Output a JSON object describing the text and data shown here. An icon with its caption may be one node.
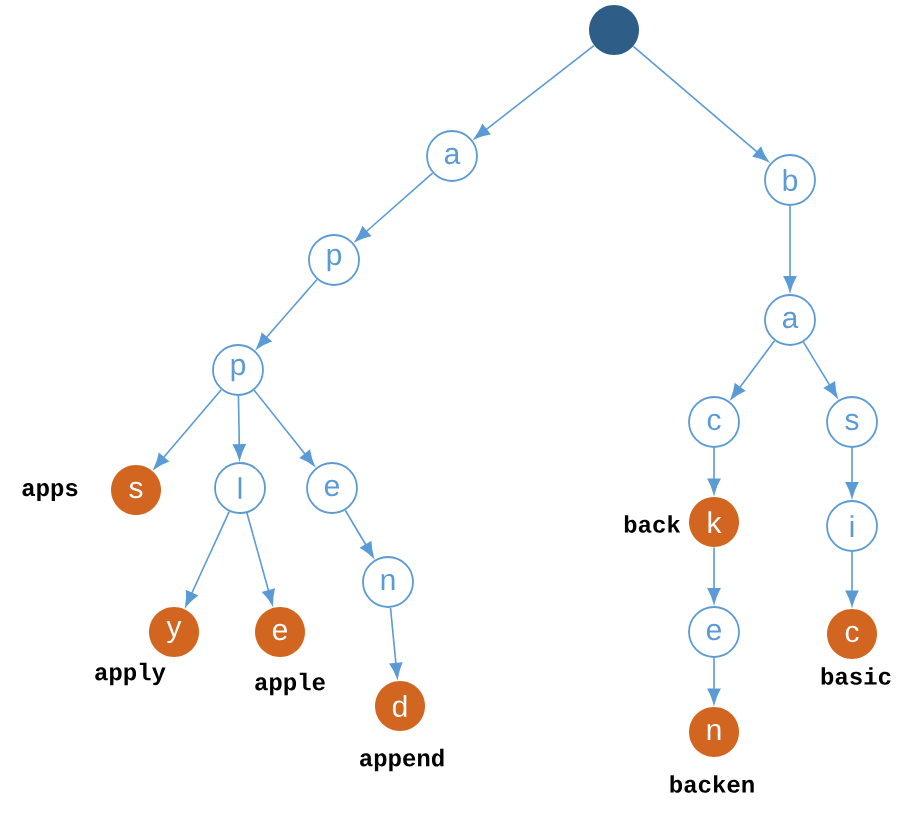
{
  "diagram": {
    "nodes": [
      {
        "text": [],
        "shape": "circle"
      },
      {
        "text": [
          "a"
        ]
      },
      {
        "text": [
          "b"
        ]
      },
      {
        "text": [
          "p"
        ]
      },
      {
        "text": [
          "a"
        ]
      },
      {
        "text": [
          "p"
        ]
      },
      {
        "text": [
          "c"
        ]
      },
      {
        "text": [
          "s"
        ]
      },
      {
        "text": [
          "s"
        ],
        "beside": [
          "apps"
        ]
      },
      {
        "text": [
          "l"
        ]
      },
      {
        "text": [
          "e"
        ]
      },
      {
        "text": [
          "k"
        ],
        "beside": [
          "back"
        ]
      },
      {
        "text": [
          "i"
        ]
      },
      {
        "text": [
          "n"
        ]
      },
      {
        "text": [
          "y"
        ],
        "beside": [
          "apply"
        ]
      },
      {
        "text": [
          "e"
        ],
        "beside": [
          "apple"
        ]
      },
      {
        "text": [
          "e"
        ]
      },
      {
        "text": [
          "c"
        ],
        "beside": [
          "basic"
        ]
      },
      {
        "text": [
          "d"
        ],
        "beside": [
          "append"
        ]
      },
      {
        "text": [
          "n"
        ],
        "beside": [
          "backen"
        ]
      }
    ],
    "edges": [
      {
        "from": 0,
        "to": 1,
        "arrow": "to"
      },
      {
        "from": 0,
        "to": 2,
        "arrow": "to"
      },
      {
        "from": 1,
        "to": 3,
        "arrow": "to"
      },
      {
        "from": 3,
        "to": 5,
        "arrow": "to"
      },
      {
        "from": 5,
        "to": 8,
        "arrow": "to"
      },
      {
        "from": 5,
        "to": 9,
        "arrow": "to"
      },
      {
        "from": 5,
        "to": 10,
        "arrow": "to"
      },
      {
        "from": 9,
        "to": 14,
        "arrow": "to"
      },
      {
        "from": 9,
        "to": 15,
        "arrow": "to"
      },
      {
        "from": 10,
        "to": 13,
        "arrow": "to"
      },
      {
        "from": 13,
        "to": 18,
        "arrow": "to"
      },
      {
        "from": 2,
        "to": 4,
        "arrow": "to"
      },
      {
        "from": 4,
        "to": 6,
        "arrow": "to"
      },
      {
        "from": 4,
        "to": 7,
        "arrow": "to"
      },
      {
        "from": 6,
        "to": 11,
        "arrow": "to"
      },
      {
        "from": 11,
        "to": 16,
        "arrow": "to"
      },
      {
        "from": 16,
        "to": 19,
        "arrow": "to"
      },
      {
        "from": 7,
        "to": 12,
        "arrow": "to"
      },
      {
        "from": 12,
        "to": 17,
        "arrow": "to"
      }
    ]
  }
}
